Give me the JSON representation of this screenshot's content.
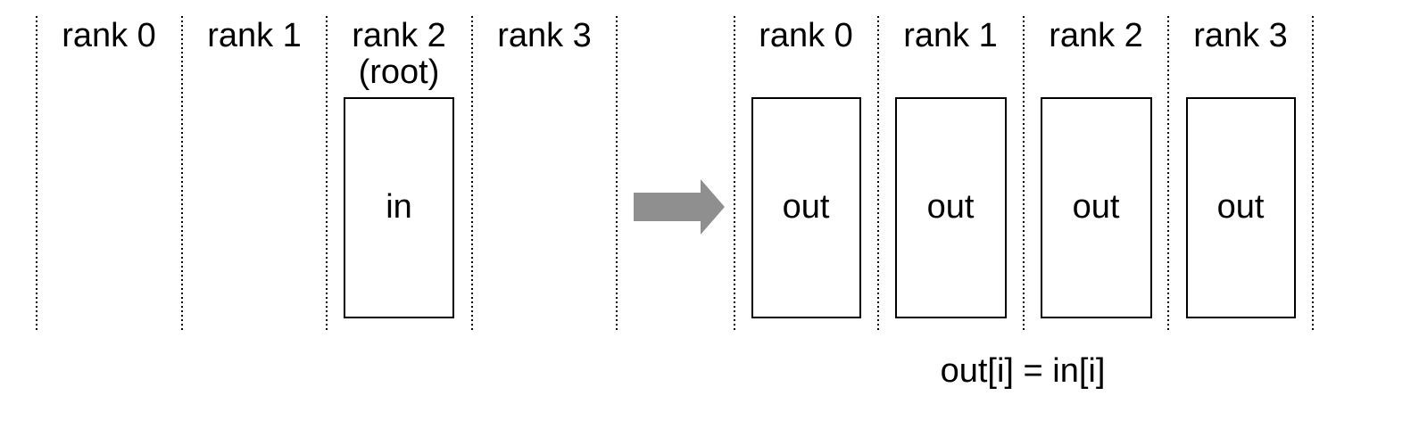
{
  "before": {
    "ranks": [
      {
        "label": "rank 0",
        "sublabel": "",
        "buffer": ""
      },
      {
        "label": "rank 1",
        "sublabel": "",
        "buffer": ""
      },
      {
        "label": "rank 2",
        "sublabel": "(root)",
        "buffer": "in"
      },
      {
        "label": "rank 3",
        "sublabel": "",
        "buffer": ""
      }
    ]
  },
  "after": {
    "ranks": [
      {
        "label": "rank 0",
        "buffer": "out"
      },
      {
        "label": "rank 1",
        "buffer": "out"
      },
      {
        "label": "rank 2",
        "buffer": "out"
      },
      {
        "label": "rank 3",
        "buffer": "out"
      }
    ],
    "formula": "out[i] = in[i]"
  },
  "colors": {
    "arrow": "#8f8f8f",
    "line": "#000000"
  },
  "icons": {
    "transition": "right-arrow-icon"
  }
}
